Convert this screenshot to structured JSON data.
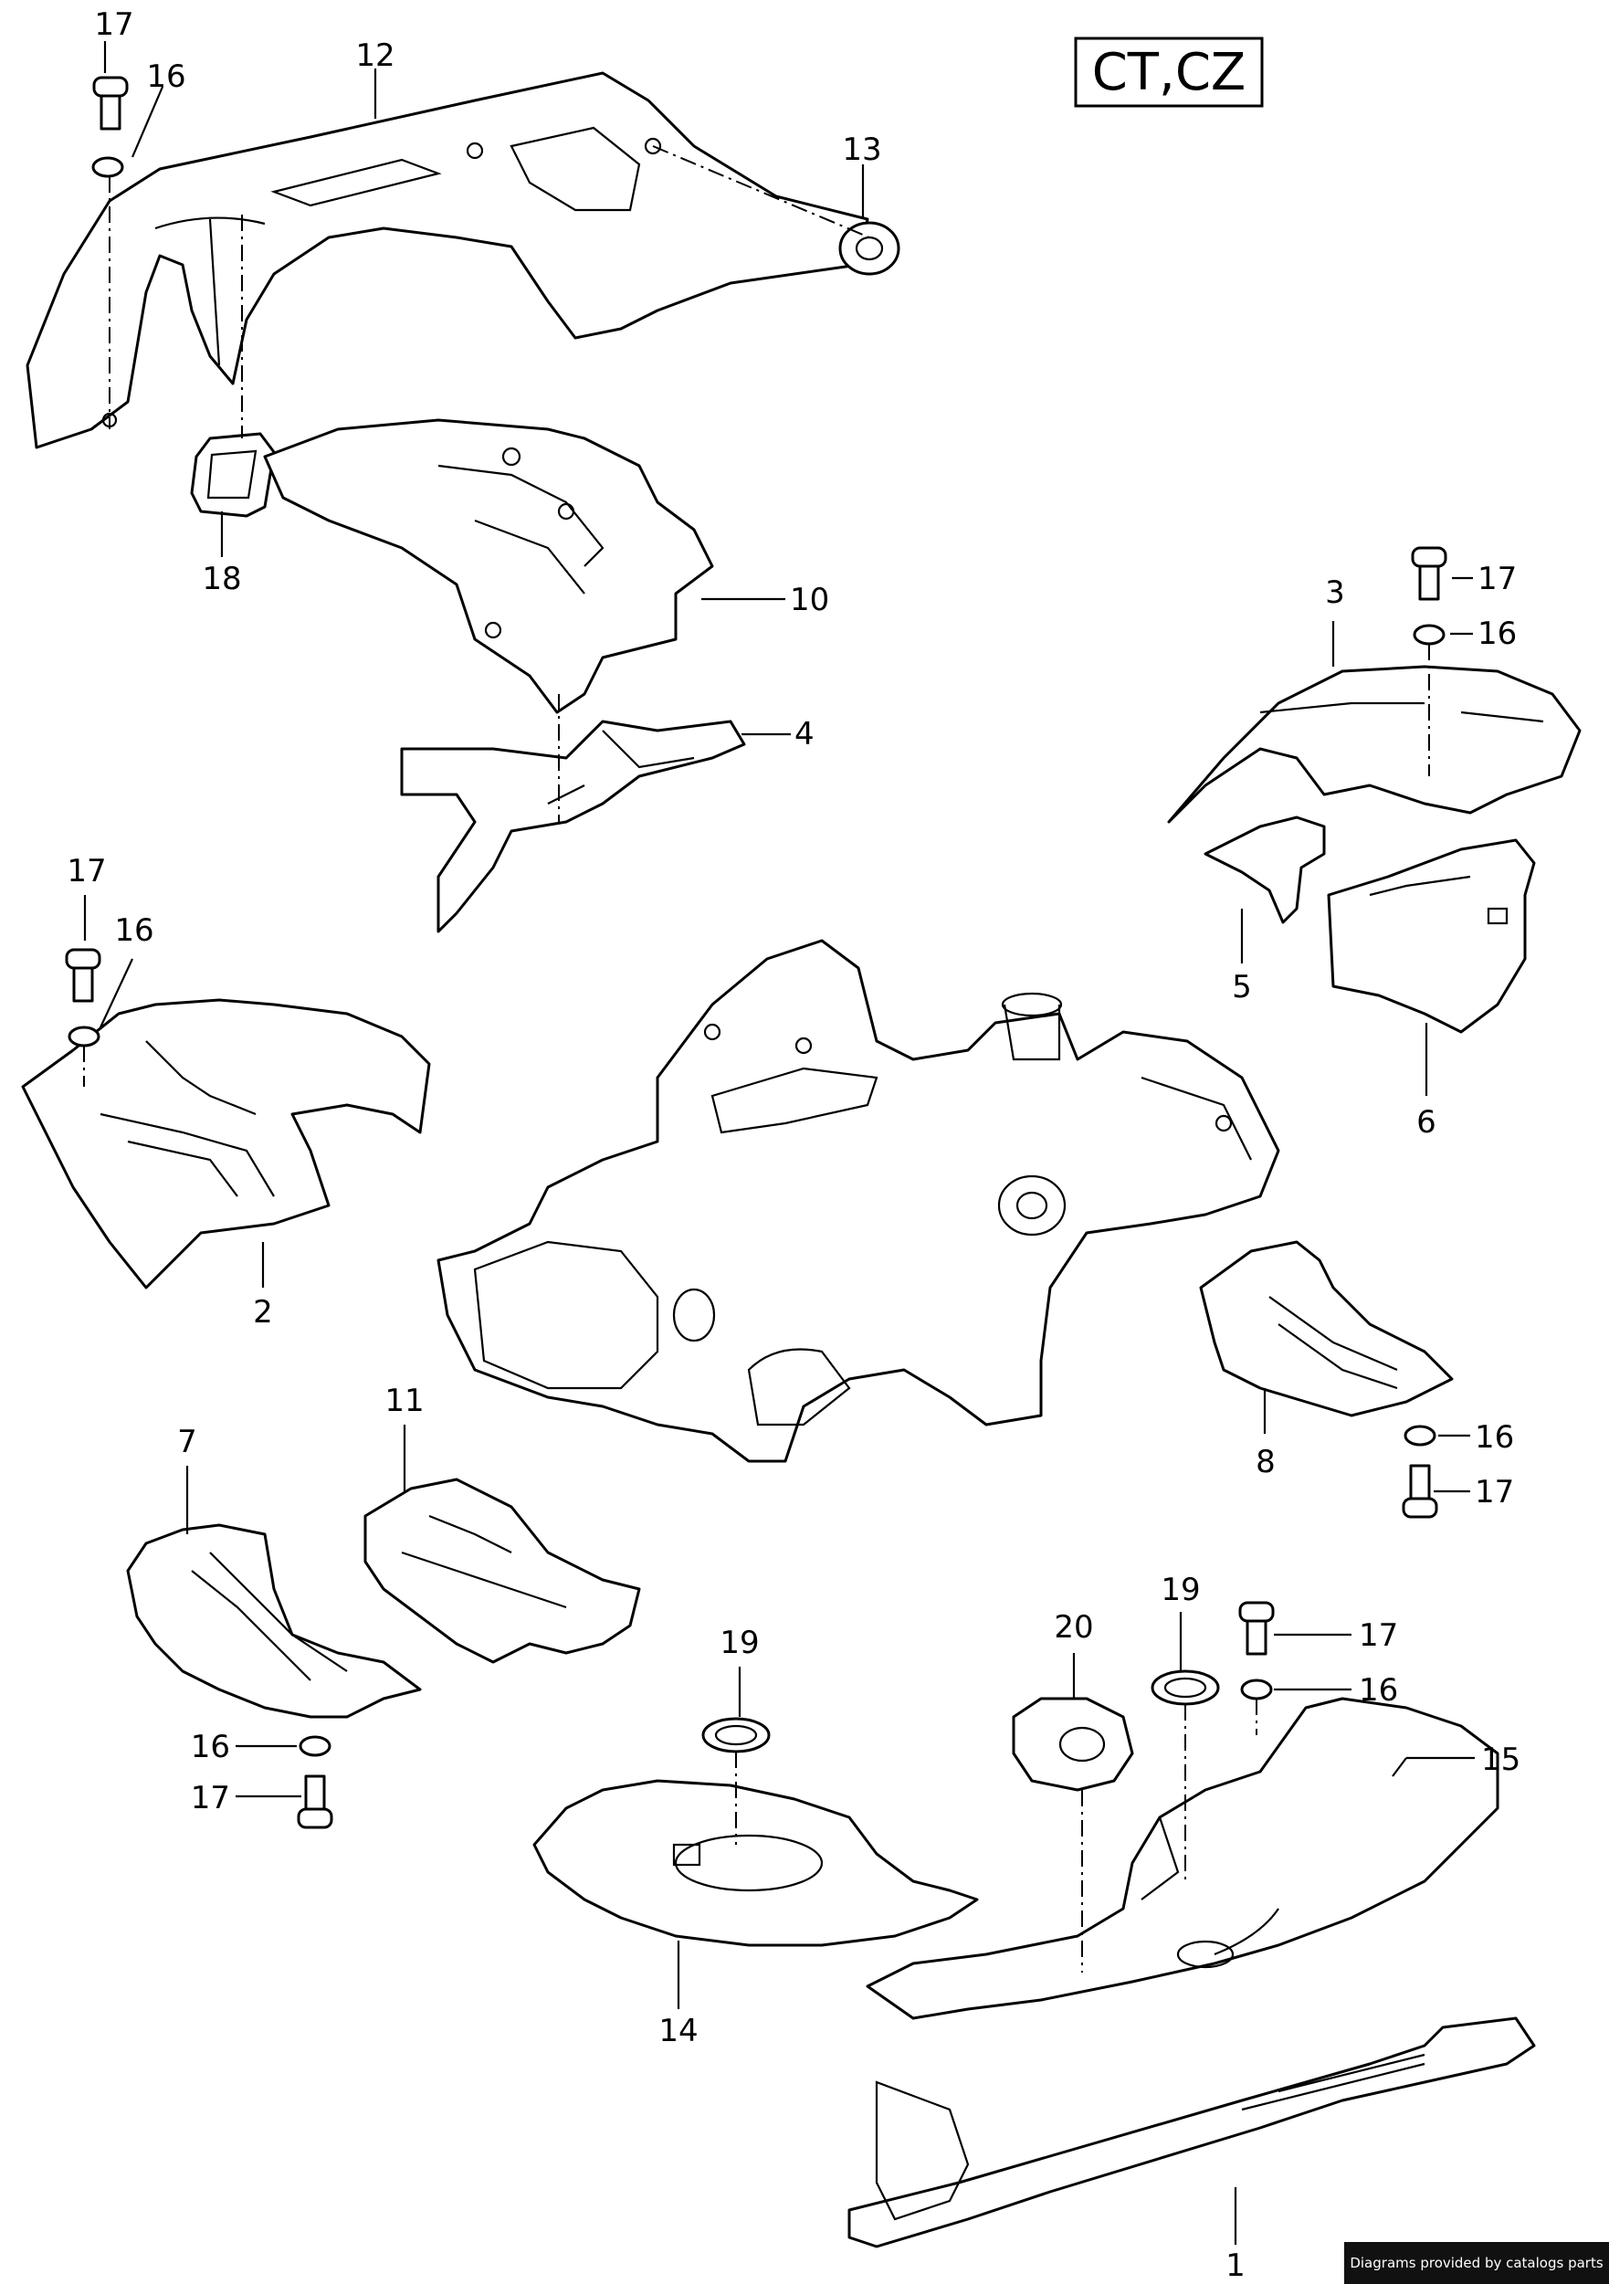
{
  "diagram": {
    "code": "CT,CZ",
    "labels": {
      "p1": "1",
      "p2": "2",
      "p3": "3",
      "p4": "4",
      "p5": "5",
      "p6": "6",
      "p7": "7",
      "p8": "8",
      "p10": "10",
      "p11": "11",
      "p12": "12",
      "p13": "13",
      "p14": "14",
      "p15": "15",
      "p16": "16",
      "p17": "17",
      "p18": "18",
      "p19": "19",
      "p20": "20"
    }
  },
  "footer": {
    "text": "Diagrams provided by catalogs parts"
  }
}
